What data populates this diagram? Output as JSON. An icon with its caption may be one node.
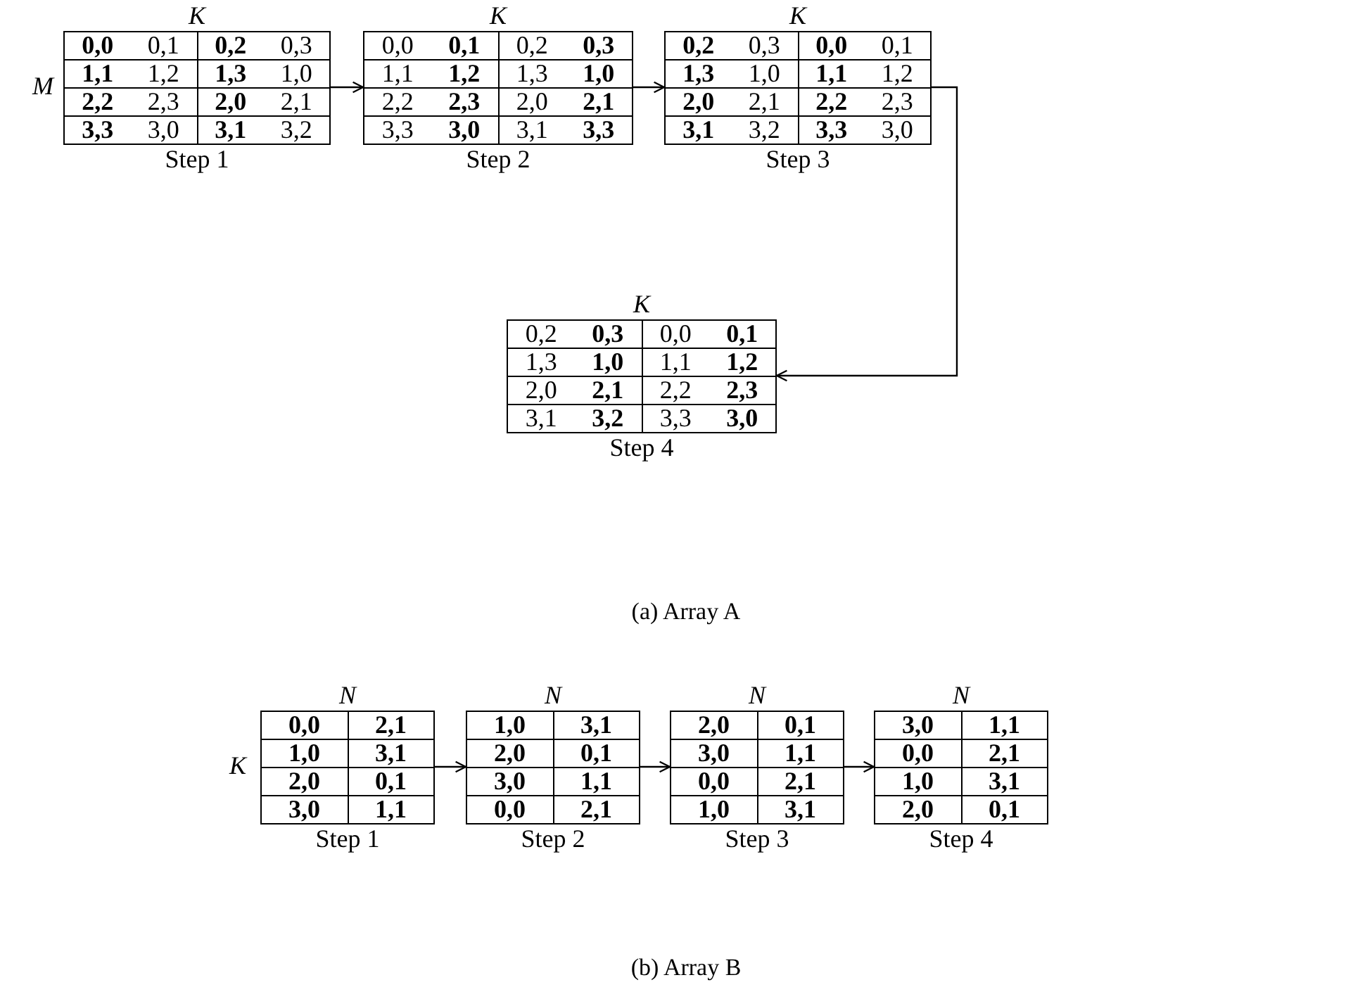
{
  "diagram": {
    "nodes": [
      {
        "text": [
          "**0,0**",
          "0,1",
          "**0,2**",
          "0,3",
          "**1,1**",
          "1,2",
          "**1,3**",
          "1,0",
          "**2,2**",
          "2,3",
          "**2,0**",
          "2,1",
          "**3,3**",
          "3,0",
          "**3,1**",
          "3,2"
        ],
        "beside": [
          "K",
          "M",
          "Step 1"
        ]
      },
      {
        "text": [
          "0,0",
          "**0,1**",
          "0,2",
          "**0,3**",
          "1,1",
          "**1,2**",
          "1,3",
          "**1,0**",
          "2,2",
          "**2,3**",
          "2,0",
          "**2,1**",
          "3,3",
          "**3,0**",
          "3,1",
          "**3,3**"
        ],
        "beside": [
          "K",
          "Step 2"
        ]
      },
      {
        "text": [
          "**0,2**",
          "0,3",
          "**0,0**",
          "0,1",
          "**1,3**",
          "1,0",
          "**1,1**",
          "1,2",
          "**2,0**",
          "2,1",
          "**2,2**",
          "2,3",
          "**3,1**",
          "3,2",
          "**3,3**",
          "3,0"
        ],
        "beside": [
          "K",
          "Step 3"
        ]
      },
      {
        "text": [
          "0,2",
          "**0,3**",
          "0,0",
          "**0,1**",
          "1,3",
          "**1,0**",
          "1,1",
          "**1,2**",
          "2,0",
          "**2,1**",
          "2,2",
          "**2,3**",
          "3,1",
          "**3,2**",
          "3,3",
          "**3,0**"
        ],
        "beside": [
          "K",
          "Step 4"
        ]
      },
      {
        "text": [
          "**0,0**",
          "**2,1**",
          "**1,0**",
          "**3,1**",
          "**2,0**",
          "**0,1**",
          "**3,0**",
          "**1,1**"
        ],
        "beside": [
          "N",
          "K",
          "Step 1"
        ]
      },
      {
        "text": [
          "**1,0**",
          "**3,1**",
          "**2,0**",
          "**0,1**",
          "**3,0**",
          "**1,1**",
          "**0,0**",
          "**2,1**"
        ],
        "beside": [
          "N",
          "Step 2"
        ]
      },
      {
        "text": [
          "**2,0**",
          "**0,1**",
          "**3,0**",
          "**1,1**",
          "**0,0**",
          "**2,1**",
          "**1,0**",
          "**3,1**"
        ],
        "beside": [
          "N",
          "Step 3"
        ]
      },
      {
        "text": [
          "**3,0**",
          "**1,1**",
          "**0,0**",
          "**2,1**",
          "**1,0**",
          "**3,1**",
          "**2,0**",
          "**0,1**"
        ],
        "beside": [
          "N",
          "Step 4"
        ]
      }
    ],
    "edges": [
      {
        "from": 0,
        "to": 1,
        "arrow": "to"
      },
      {
        "from": 1,
        "to": 2,
        "arrow": "to"
      },
      {
        "from": 2,
        "to": 3,
        "arrow": "to"
      },
      {
        "from": 4,
        "to": 5,
        "arrow": "to"
      },
      {
        "from": 5,
        "to": 6,
        "arrow": "to"
      },
      {
        "from": 6,
        "to": 7,
        "arrow": "to"
      }
    ],
    "labels": [
      "(a) Array A",
      "(b) Array B"
    ]
  }
}
